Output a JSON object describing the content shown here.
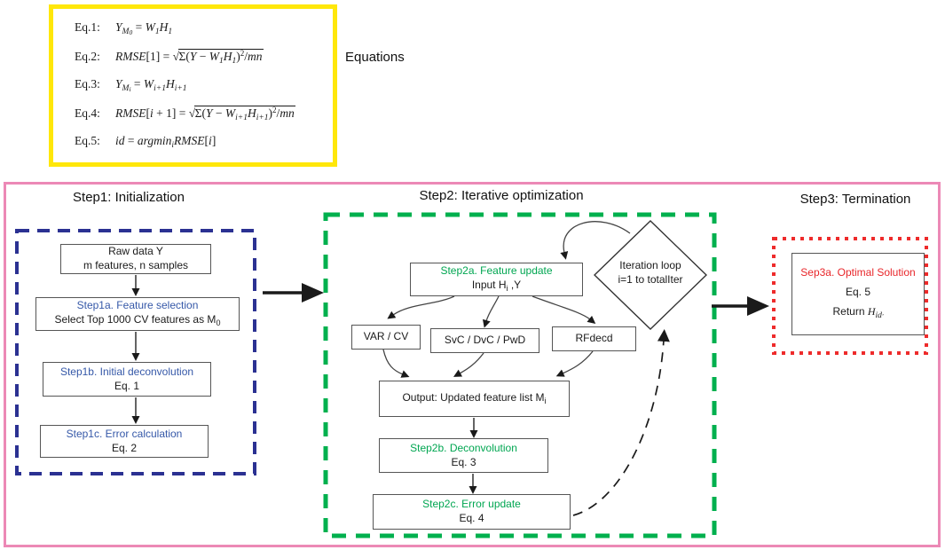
{
  "colors": {
    "yellow_border": "#ffe70a",
    "pink_border": "#ec89b6",
    "blue_dashed_border": "#2b3192",
    "green_dashed_border": "#00b04e",
    "red_dotted_border": "#ee2b2b",
    "blue_text": "#3558a8",
    "green_text": "#00a651",
    "red_text": "#e8262a"
  },
  "equations_panel": {
    "caption": "Equations",
    "rows": [
      {
        "label": "Eq.1:",
        "tokens": [
          {
            "v": "Y"
          },
          {
            "vsub": "M"
          },
          {
            "ssub": "0"
          },
          {
            "t": " = "
          },
          {
            "v": "W"
          },
          {
            "vsub": "1"
          },
          {
            "v": "H"
          },
          {
            "vsub": "1"
          }
        ]
      },
      {
        "label": "Eq.2:",
        "tokens": [
          {
            "v": "RMSE"
          },
          {
            "t": "[1] = "
          },
          {
            "rad": [
              {
                "t": "Σ("
              },
              {
                "v": "Y"
              },
              {
                "t": " − "
              },
              {
                "v": "W"
              },
              {
                "vsub": "1"
              },
              {
                "v": "H"
              },
              {
                "vsub": "1"
              },
              {
                "t": ")"
              },
              {
                "sup": "2"
              },
              {
                "t": "/"
              },
              {
                "v": "mn"
              }
            ]
          }
        ]
      },
      {
        "label": "Eq.3:",
        "tokens": [
          {
            "v": "Y"
          },
          {
            "vsub": "M"
          },
          {
            "ssub": "i"
          },
          {
            "t": " = "
          },
          {
            "v": "W"
          },
          {
            "vsub": "i+1"
          },
          {
            "v": "H"
          },
          {
            "vsub": "i+1"
          }
        ]
      },
      {
        "label": "Eq.4:",
        "tokens": [
          {
            "v": "RMSE"
          },
          {
            "t": "["
          },
          {
            "v": "i"
          },
          {
            "t": " + 1] = "
          },
          {
            "rad": [
              {
                "t": "Σ("
              },
              {
                "v": "Y"
              },
              {
                "t": " − "
              },
              {
                "v": "W"
              },
              {
                "vsub": "i+1"
              },
              {
                "v": "H"
              },
              {
                "vsub": "i+1"
              },
              {
                "t": ")"
              },
              {
                "sup": "2"
              },
              {
                "t": "/"
              },
              {
                "v": "mn"
              }
            ]
          }
        ]
      },
      {
        "label": "Eq.5:",
        "tokens": [
          {
            "v": "id"
          },
          {
            "t": " = "
          },
          {
            "v": "argmin"
          },
          {
            "vsub": "i"
          },
          {
            "v": "RMSE"
          },
          {
            "t": "["
          },
          {
            "v": "i"
          },
          {
            "t": "]"
          }
        ]
      }
    ]
  },
  "step1": {
    "title": "Step1: Initialization",
    "raw_box": {
      "line1": "Raw data Y",
      "line2": "m features, n samples"
    },
    "step1a": {
      "line1": "Step1a. Feature selection",
      "line2_tokens": [
        {
          "t": "Select Top 1000 CV features as M"
        },
        {
          "sub": "0"
        }
      ]
    },
    "step1b": {
      "line1": "Step1b. Initial deconvolution",
      "line2": "Eq. 1"
    },
    "step1c": {
      "line1": "Step1c. Error calculation",
      "line2": "Eq. 2"
    }
  },
  "step2": {
    "title": "Step2: Iterative optimization",
    "step2a": {
      "line1": "Step2a. Feature update",
      "line2_tokens": [
        {
          "t": "Input H"
        },
        {
          "sub": "i"
        },
        {
          "t": " ,Y"
        }
      ]
    },
    "diamond": {
      "line1": "Iteration loop",
      "line2": "i=1 to totalIter"
    },
    "methods": [
      "VAR / CV",
      "SvC / DvC / PwD",
      "RFdecd"
    ],
    "output_tokens": [
      {
        "t": "Output: Updated feature list M"
      },
      {
        "sub": "i"
      }
    ],
    "step2b": {
      "line1": "Step2b. Deconvolution",
      "line2": "Eq. 3"
    },
    "step2c": {
      "line1": "Step2c. Error update",
      "line2": "Eq. 4"
    }
  },
  "step3": {
    "title": "Step3: Termination",
    "box": {
      "line1": "Sep3a. Optimal Solution",
      "line2": "Eq. 5",
      "line3_tokens": [
        {
          "t": "Return "
        },
        {
          "v": "H"
        },
        {
          "vsub": "id"
        },
        {
          "ssub": "'"
        }
      ]
    }
  }
}
